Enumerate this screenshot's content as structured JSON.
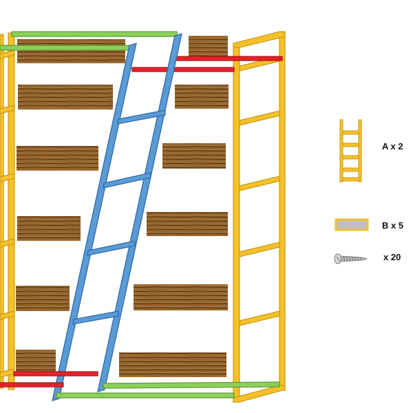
{
  "legend": {
    "ladder_label": "A x 2",
    "panel_label": "B x 5",
    "screw_label": "x 20"
  },
  "colors": {
    "frame_yellow": "#f5c12a",
    "frame_outline": "#c89a10",
    "ladder_blue": "#5b9bd5",
    "ladder_outline": "#2f6aa8",
    "rail_red": "#e8222a",
    "rail_green": "#8ccf5a",
    "wood_dark": "#6b4318",
    "wood_light": "#b78648",
    "panel_gray": "#c0c0c0",
    "screw_gray": "#9a9a9a"
  },
  "icons": [
    "ladder-icon",
    "panel-icon",
    "screw-icon"
  ]
}
